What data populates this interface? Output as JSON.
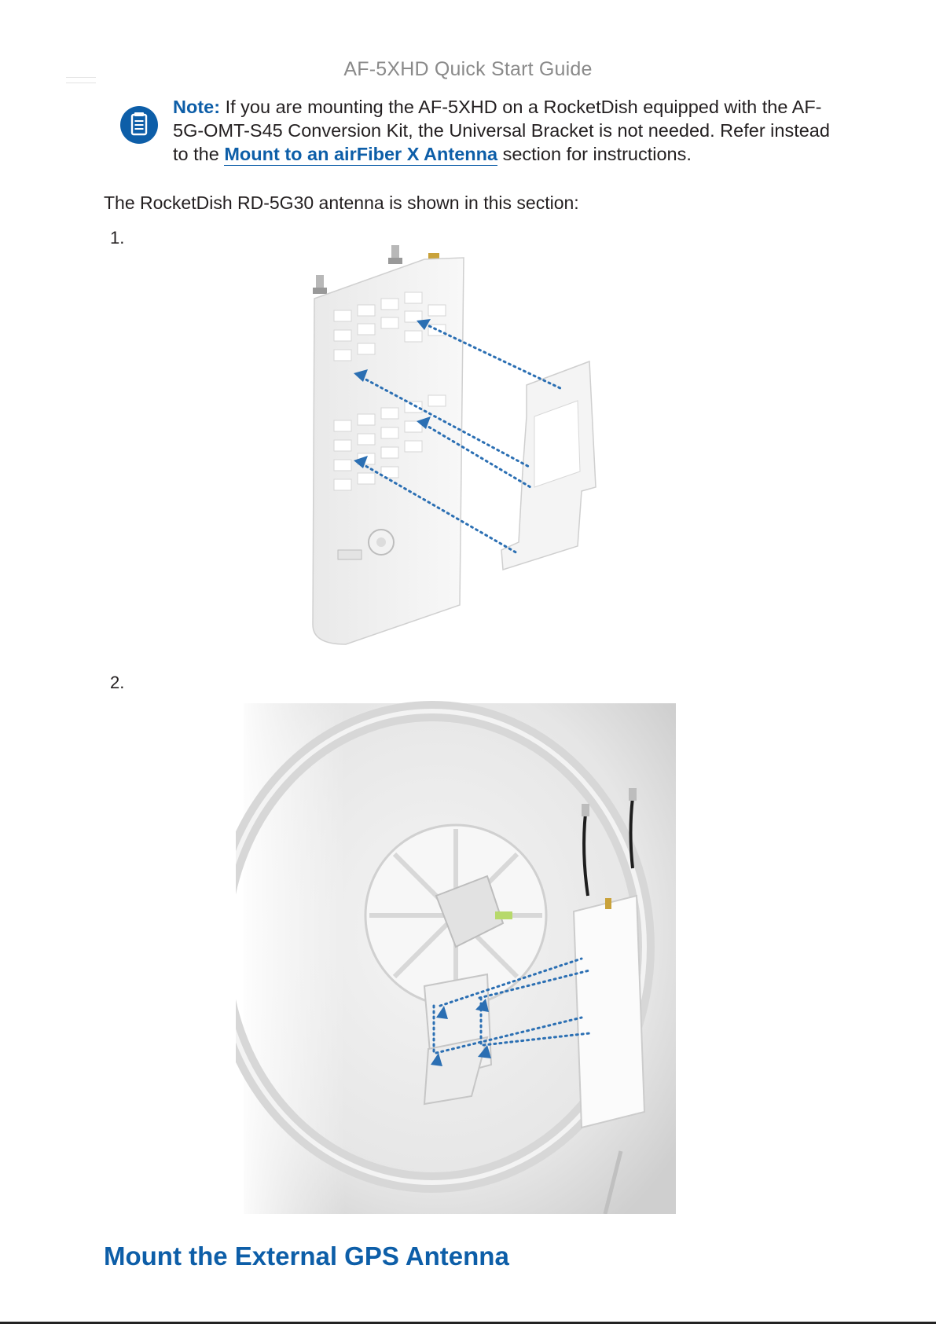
{
  "header": {
    "title": "AF-5XHD Quick Start Guide"
  },
  "note": {
    "label": "Note:",
    "text_before_link": " If you are mounting the AF-5XHD on a RocketDish equipped with the AF-5G-OMT-S45 Conversion Kit, the Universal Bracket is not needed. Refer instead to the ",
    "link": "Mount to an airFiber X Antenna",
    "text_after_link": " section for instructions.",
    "icon": "note-icon"
  },
  "intro": "The RocketDish RD-5G30 antenna is shown in this section:",
  "steps": [
    {
      "number": "1."
    },
    {
      "number": "2."
    }
  ],
  "section_heading": "Mount the External GPS Antenna",
  "colors": {
    "accent": "#0d5ea8",
    "body_text": "#231f20",
    "header_text": "#8a8a8a",
    "arrow": "#2b6fb3"
  }
}
